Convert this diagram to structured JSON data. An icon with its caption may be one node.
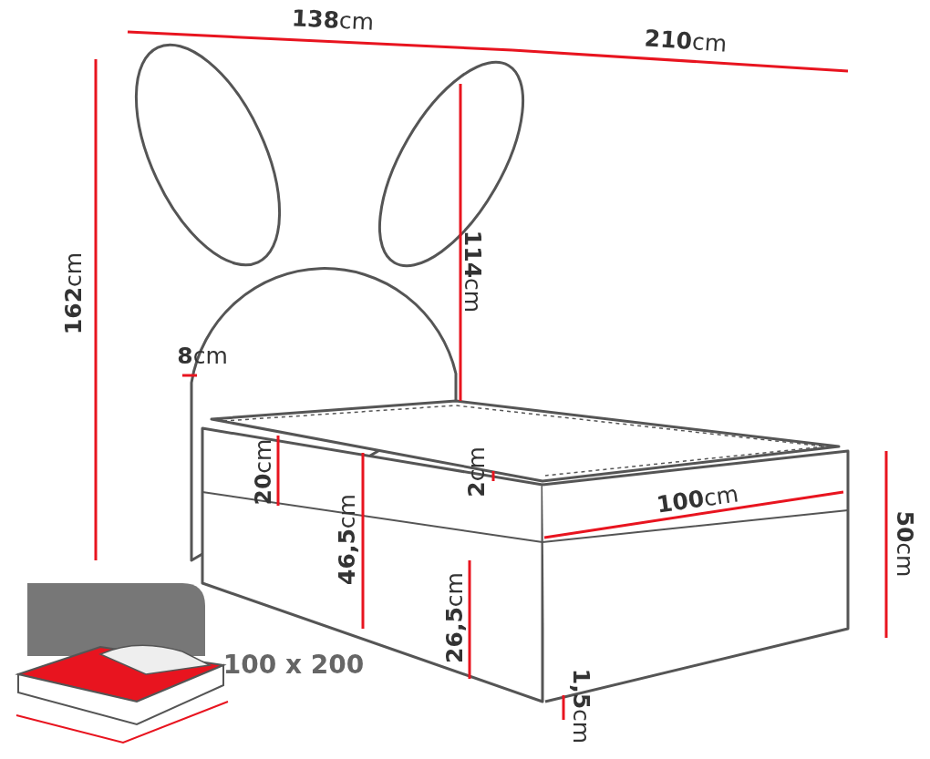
{
  "diagram": {
    "labels": [
      "**138**cm",
      "**210**cm",
      "**162**cm",
      "**114**cm",
      "**8**cm",
      "**20**cm",
      "**2**cm",
      "**100**cm",
      "**46,5**cm",
      "**50**cm",
      "**26,5**cm",
      "100 x 200",
      "**1,5**cm"
    ]
  }
}
